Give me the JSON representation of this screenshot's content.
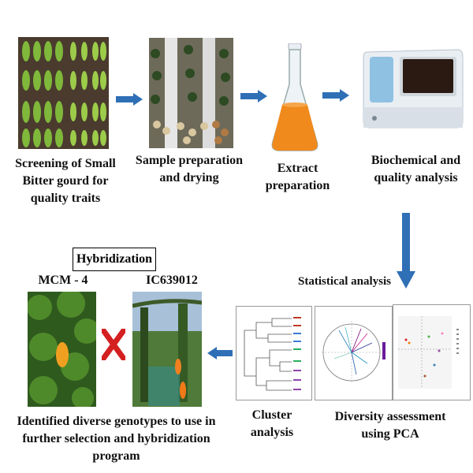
{
  "steps": {
    "screening": "Screening of Small Bitter gourd for quality traits",
    "sample": "Sample preparation and drying",
    "extract": "Extract preparation",
    "biochem": "Biochemical and quality analysis",
    "statistical": "Statistical analysis",
    "cluster": "Cluster analysis",
    "pca": "Diversity assessment using PCA",
    "identified": "Identified diverse genotypes to use in further selection and hybridization program"
  },
  "hybridization": {
    "title": "Hybridization",
    "parent1": "MCM - 4",
    "parent2": "IC639012"
  },
  "colors": {
    "arrow": "#2f6fb6",
    "cross": "#d42020",
    "flask_liquid": "#f08a1c"
  }
}
